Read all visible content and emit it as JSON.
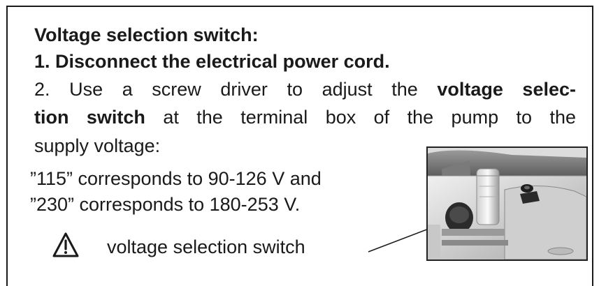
{
  "heading": "Voltage selection switch:",
  "step1": "1. Disconnect the electrical power cord.",
  "step2": {
    "part_a": "2. Use a screw driver to adjust the ",
    "bold_a": "voltage selec-",
    "bold_b": "tion switch",
    "part_b": " at the terminal box of the pump to the",
    "part_c": "supply voltage:"
  },
  "voltage_115": "”115” corresponds to 90-126 V and",
  "voltage_230": "”230” corresponds to 180-253 V.",
  "caption": "voltage selection switch",
  "icons": {
    "warning": "warning-triangle-icon"
  }
}
